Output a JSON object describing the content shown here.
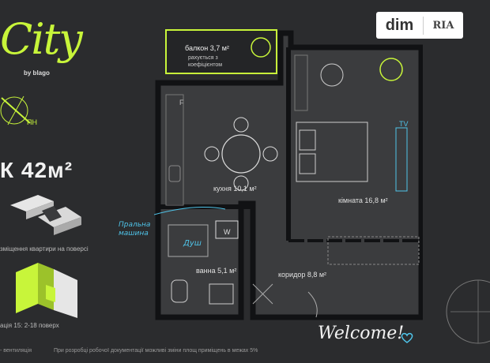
{
  "brand": {
    "logo": "City",
    "sub": "by blago"
  },
  "compass": {
    "label": "ПН"
  },
  "apartment": {
    "type_area": "К 42м²"
  },
  "captions": {
    "position": "зміщення квартири на поверсі",
    "floors": "ація 15: 2-18 поверх"
  },
  "footer": {
    "left": "- вентиляція",
    "note": "При розробці робочої документації можливі зміни площ приміщень в межах 5%"
  },
  "badge": {
    "dim": "dim",
    "ria": "RIA"
  },
  "rooms": {
    "balcony": "балкон 3,7 м²",
    "balcony_note": "рахується з коефіцієнтом",
    "kitchen": "кухня 10,1 м²",
    "room": "кімната 16,8 м²",
    "bathroom": "ванна 5,1 м²",
    "corridor": "коридор 8,8 м²"
  },
  "annotations": {
    "laundry": "Пральна машина",
    "shower": "Душ",
    "welcome": "Welcome!",
    "tv": "TV",
    "fridge": "F",
    "washer": "W"
  },
  "colors": {
    "background": "#2b2c2e",
    "accent": "#c8f53a",
    "annotation": "#4fc3e8",
    "wall": "#111214"
  }
}
